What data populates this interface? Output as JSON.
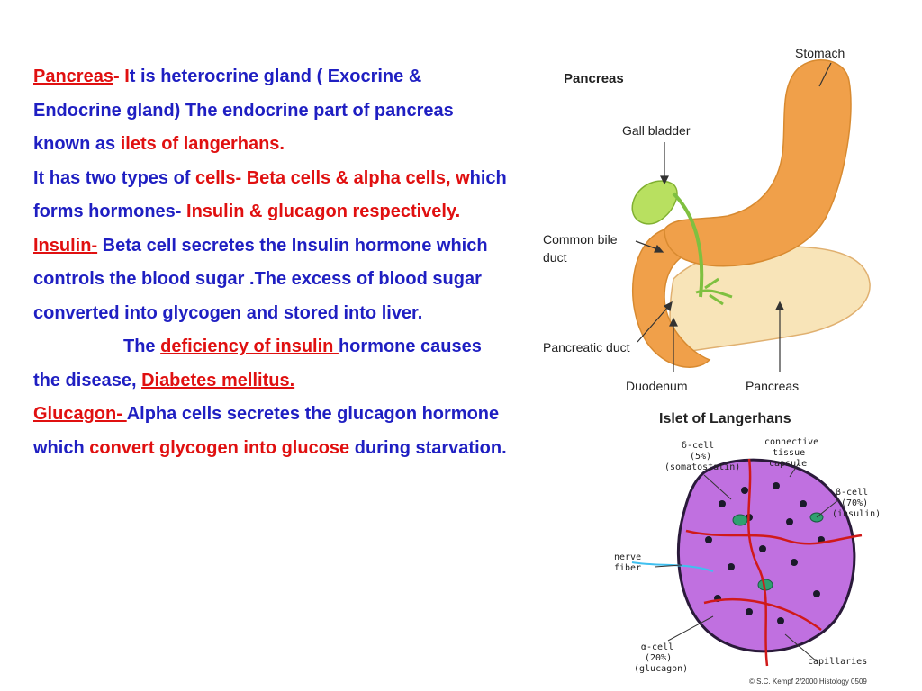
{
  "paragraphs": {
    "p1": {
      "term": "Pancreas",
      "sep": "- ",
      "i_letter": "I",
      "t1": "t is heterocrine gland ( Exocrine & Endocrine gland) The endocrine part of pancreas known as ",
      "ilets": "ilets of langerhans."
    },
    "p2": {
      "t1": "It has two  types of ",
      "cells": "cells- Beta cells & alpha cells, ",
      "w": "w",
      "t2": "hich forms hormones- ",
      "hormones": "Insulin & glucagon respectively."
    },
    "p3": {
      "term": "Insulin",
      "dash": "-",
      "t1": " Beta cell secretes the Insulin hormone which controls the blood sugar .The excess of blood sugar converted into glycogen and stored into liver."
    },
    "p4": {
      "the": "The ",
      "deficiency": "deficiency of insulin ",
      "t1": "hormone causes the disease, ",
      "diabetes": "Diabetes mellitus."
    },
    "p5": {
      "term": "Glucagon- ",
      "t1": "Alpha cells secretes the glucagon hormone which ",
      "convert": "convert glycogen into glucose",
      "t2": " during starvation."
    }
  },
  "figure_pancreas": {
    "title": "Pancreas",
    "labels": {
      "stomach": "Stomach",
      "gall_bladder": "Gall bladder",
      "common_bile_1": "Common bile",
      "common_bile_2": "duct",
      "pancreatic_duct": "Pancreatic duct",
      "duodenum": "Duodenum",
      "pancreas": "Pancreas"
    }
  },
  "figure_islet": {
    "title": "Islet of Langerhans",
    "labels": {
      "delta_1": "δ-cell",
      "delta_2": "(5%)",
      "delta_3": "(somatostatin)",
      "capsule_1": "connective",
      "capsule_2": "tissue",
      "capsule_3": "capsule",
      "beta_1": "β-cell",
      "beta_2": "(70%)",
      "beta_3": "(insulin)",
      "nerve_1": "nerve",
      "nerve_2": "fiber",
      "alpha_1": "α-cell",
      "alpha_2": "(20%)",
      "alpha_3": "(glucagon)",
      "capillaries": "capillaries",
      "credit": "© S.C. Kempf  2/2000  Histology 0509"
    }
  },
  "colors": {
    "text_blue": "#1f1fc2",
    "text_red": "#e01010",
    "stomach_orange": "#f0a04a",
    "pancreas_fill": "#f8e4b8",
    "islet_purple": "#c070e0"
  }
}
